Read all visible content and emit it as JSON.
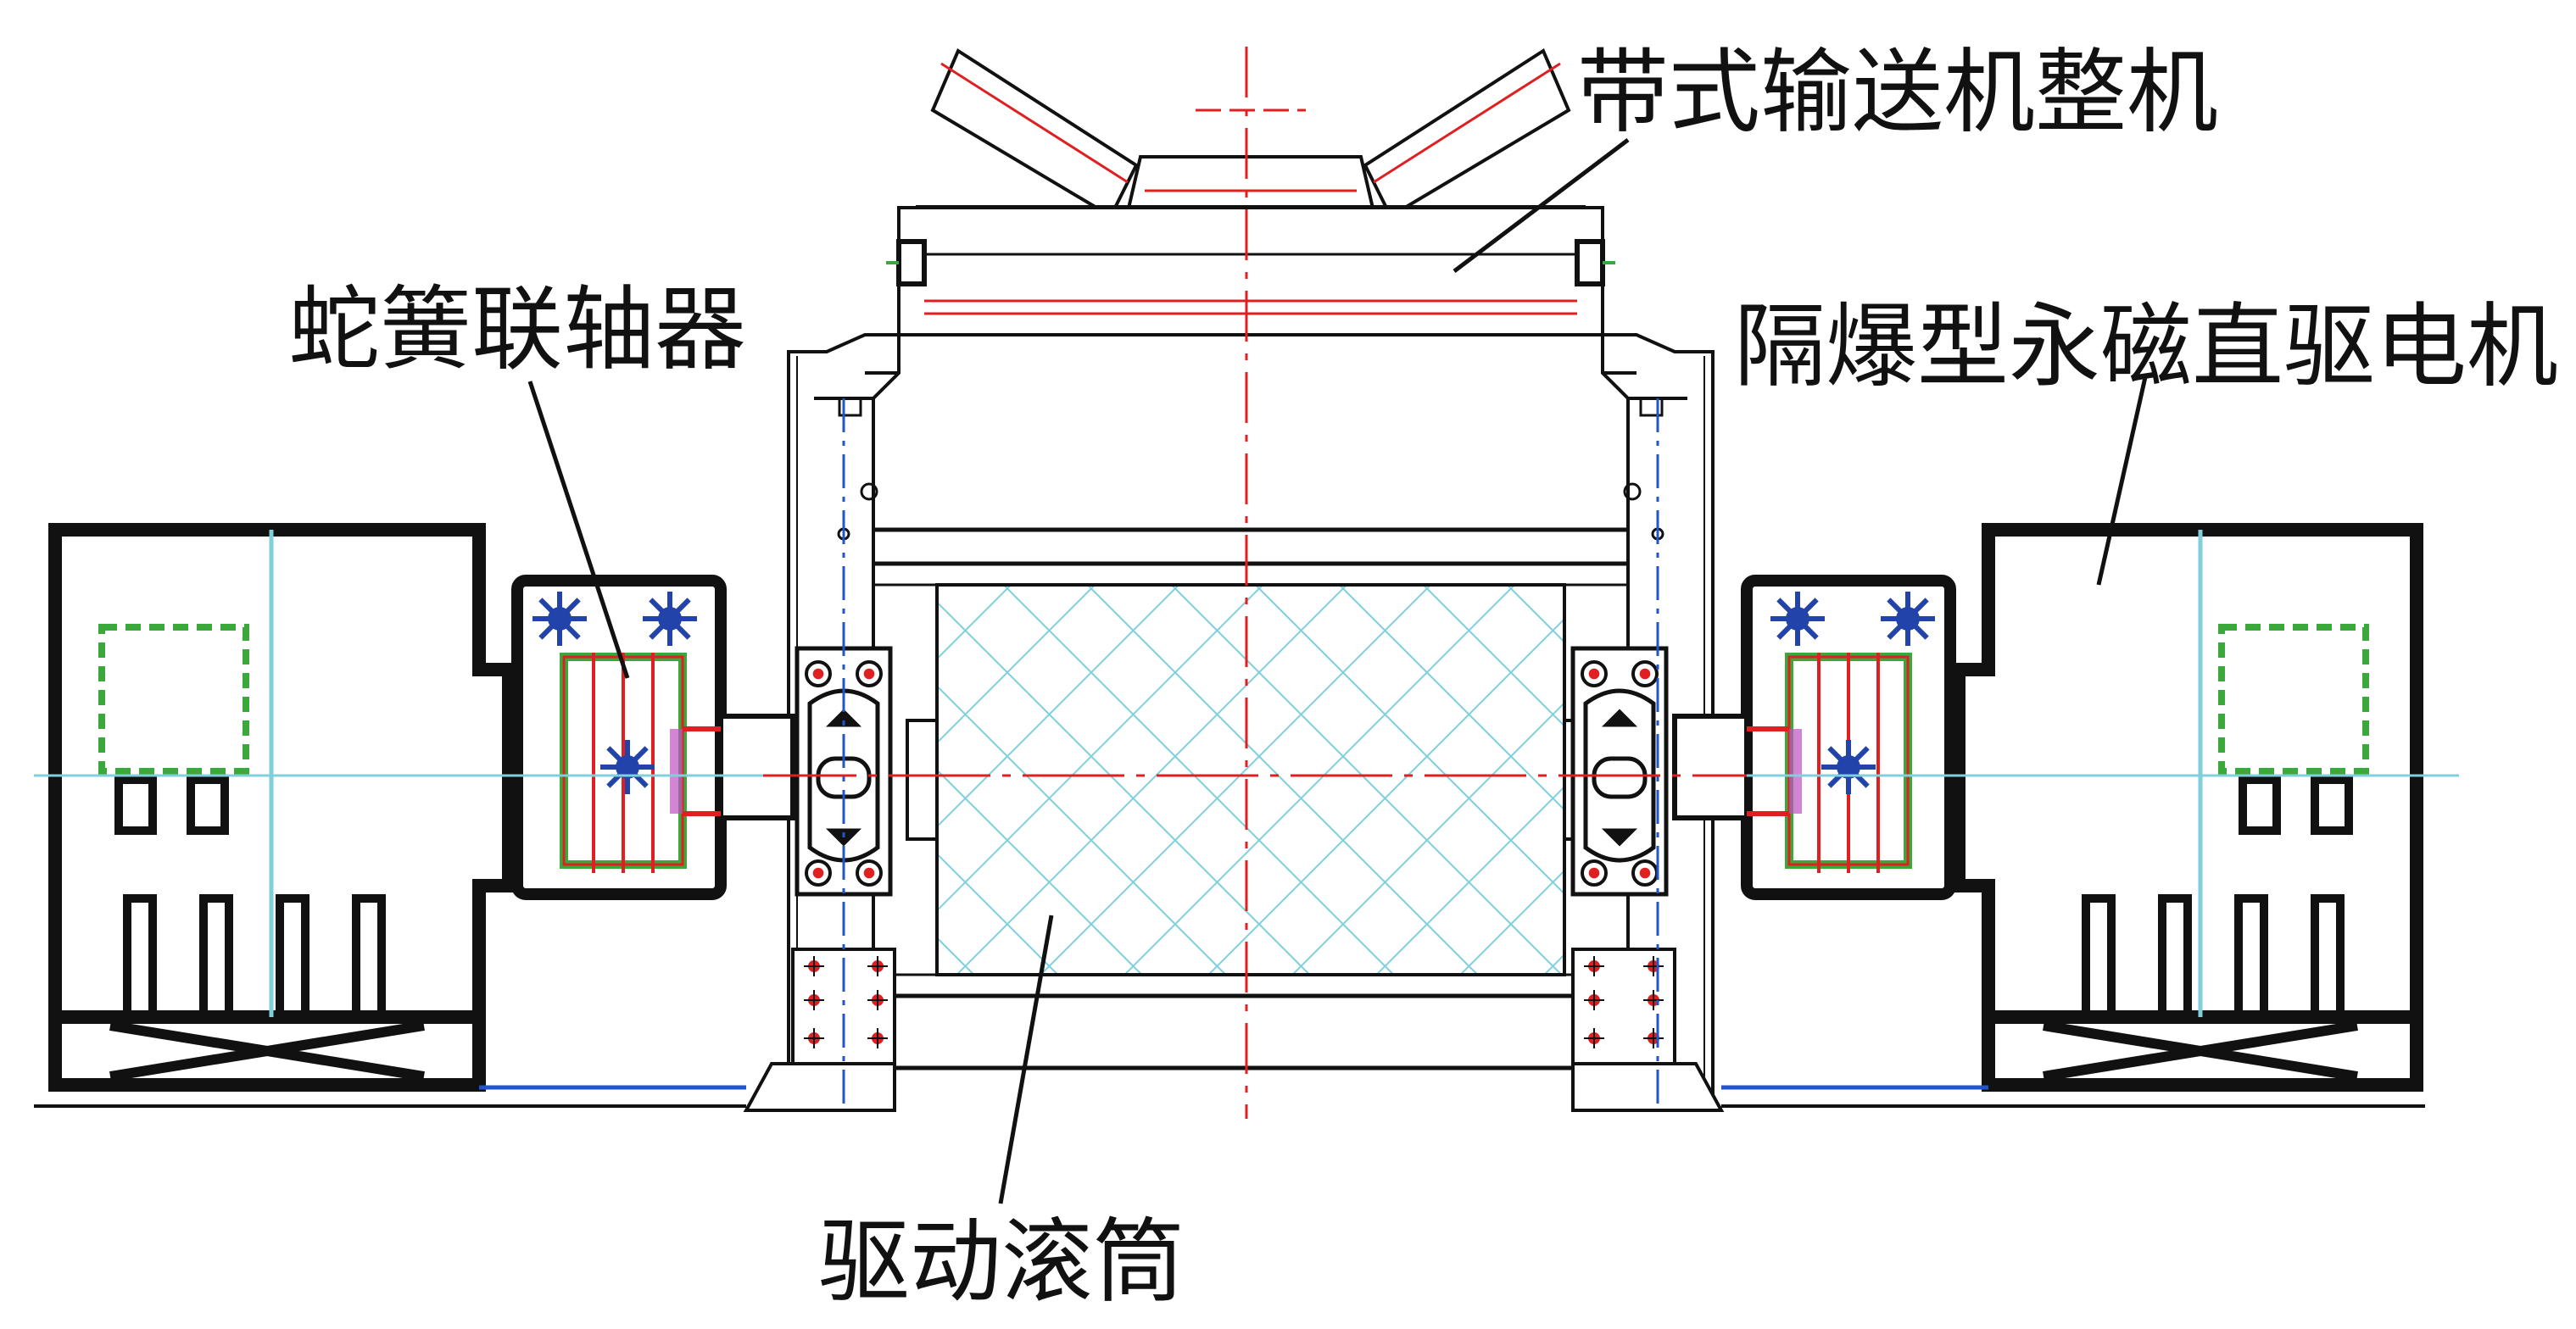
{
  "labels": {
    "conveyor": "带式输送机整机",
    "coupling": "蛇簧联轴器",
    "motor": "隔爆型永磁直驱电机",
    "drum": "驱动滚筒"
  },
  "colors": {
    "outline": "#111111",
    "centerline": "#e02020",
    "drum_hatch": "#7fd0dc",
    "axis_blue": "#2255cc",
    "accent_green": "#3aa83a",
    "bolt_red": "#e02020",
    "spring_blue": "#2244aa"
  },
  "icons": {
    "bolt": "bolt-icon",
    "spring": "spring-cluster-icon"
  }
}
